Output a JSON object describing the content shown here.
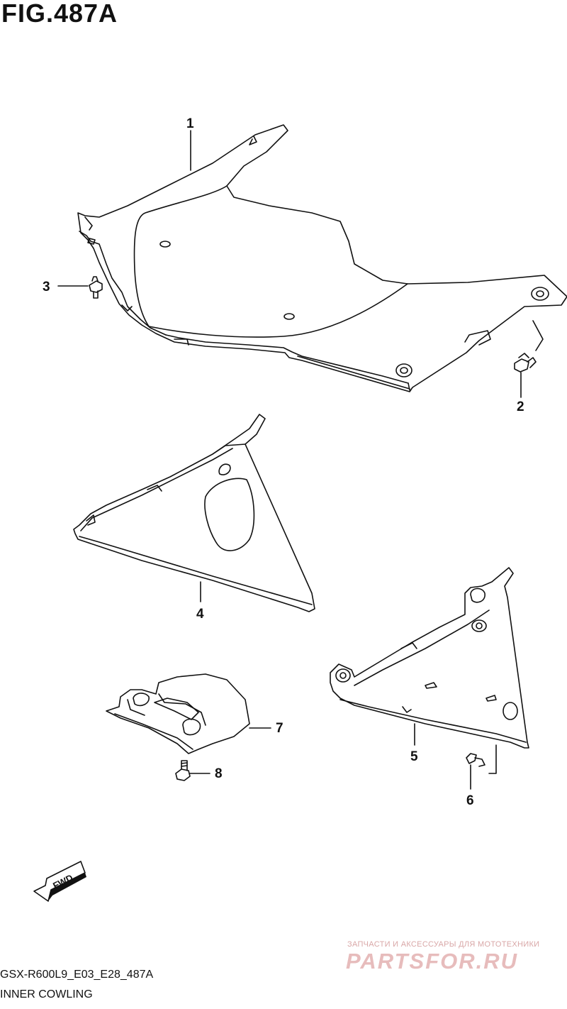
{
  "figure": {
    "title": "FIG.487A",
    "code": "GSX-R600L9_E03_E28_487A",
    "name": "INNER COWLING"
  },
  "callouts": {
    "c1": "1",
    "c2": "2",
    "c3": "3",
    "c4": "4",
    "c5": "5",
    "c6": "6",
    "c7": "7",
    "c8": "8"
  },
  "direction_arrow": {
    "label": "FWD",
    "icon": "fwd-arrow-icon"
  },
  "watermark": {
    "line1": "ЗАПЧАСТИ И АКСЕССУАРЫ ДЛЯ МОТОТЕХНИКИ",
    "line2": "PARTSFOR.RU",
    "color": "#e7bcbc"
  }
}
